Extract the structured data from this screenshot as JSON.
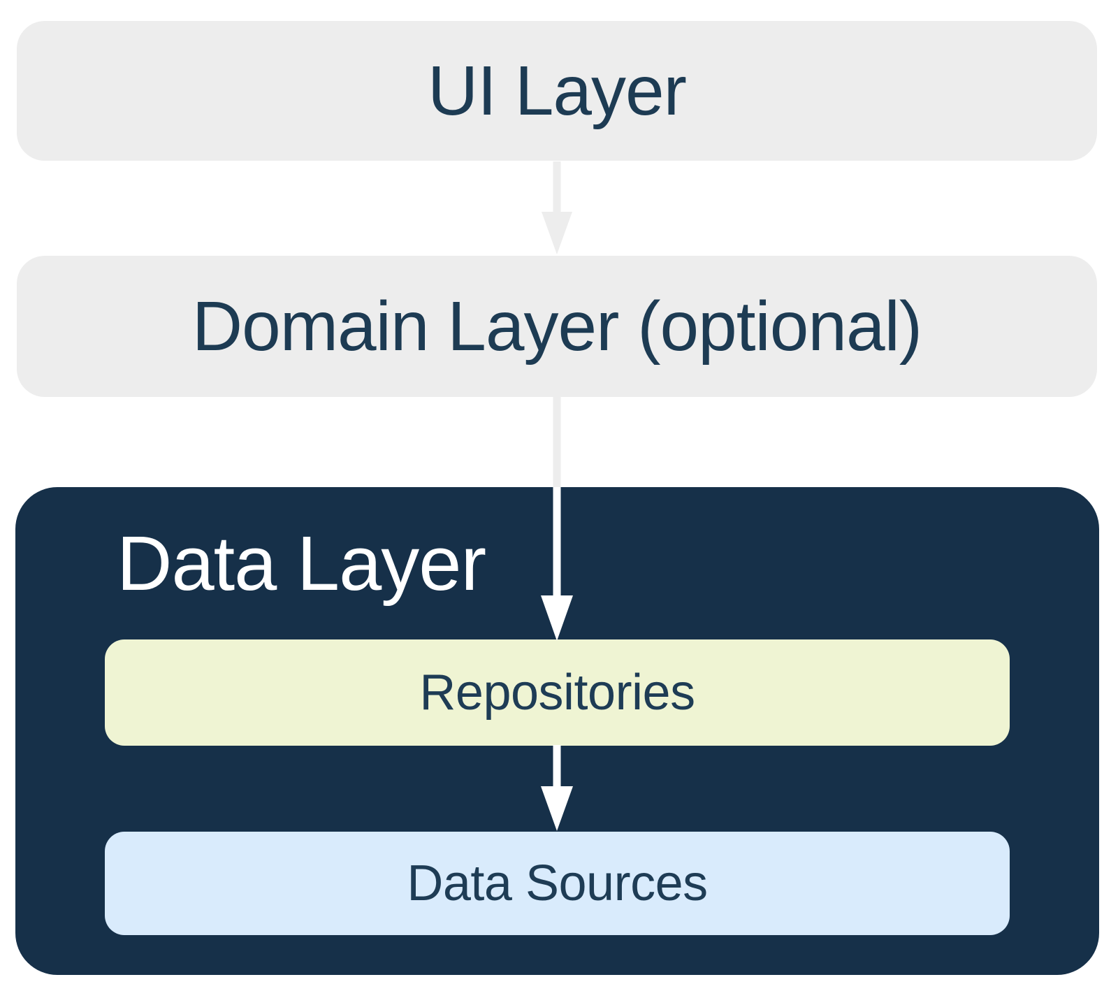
{
  "diagram": {
    "description": "App architecture layers diagram",
    "nodes": {
      "ui_layer": {
        "label": "UI Layer"
      },
      "domain_layer": {
        "label": "Domain Layer (optional)"
      },
      "data_layer": {
        "label": "Data Layer"
      },
      "repositories": {
        "label": "Repositories"
      },
      "data_sources": {
        "label": "Data Sources"
      }
    },
    "edges": [
      {
        "from": "UI Layer",
        "to": "Domain Layer (optional)",
        "style": "gray-arrow"
      },
      {
        "from": "Domain Layer (optional)",
        "to": "Repositories",
        "style": "gray-to-white-arrow"
      },
      {
        "from": "Repositories",
        "to": "Data Sources",
        "style": "white-arrow"
      }
    ],
    "colors": {
      "layer_box_bg": "#ededed",
      "data_layer_bg": "#163049",
      "repositories_bg": "#eff4d3",
      "data_sources_bg": "#d9ebfc",
      "text_navy": "#1d3b53",
      "text_white": "#ffffff",
      "arrow_gray": "#ededed",
      "arrow_white": "#ffffff"
    }
  }
}
